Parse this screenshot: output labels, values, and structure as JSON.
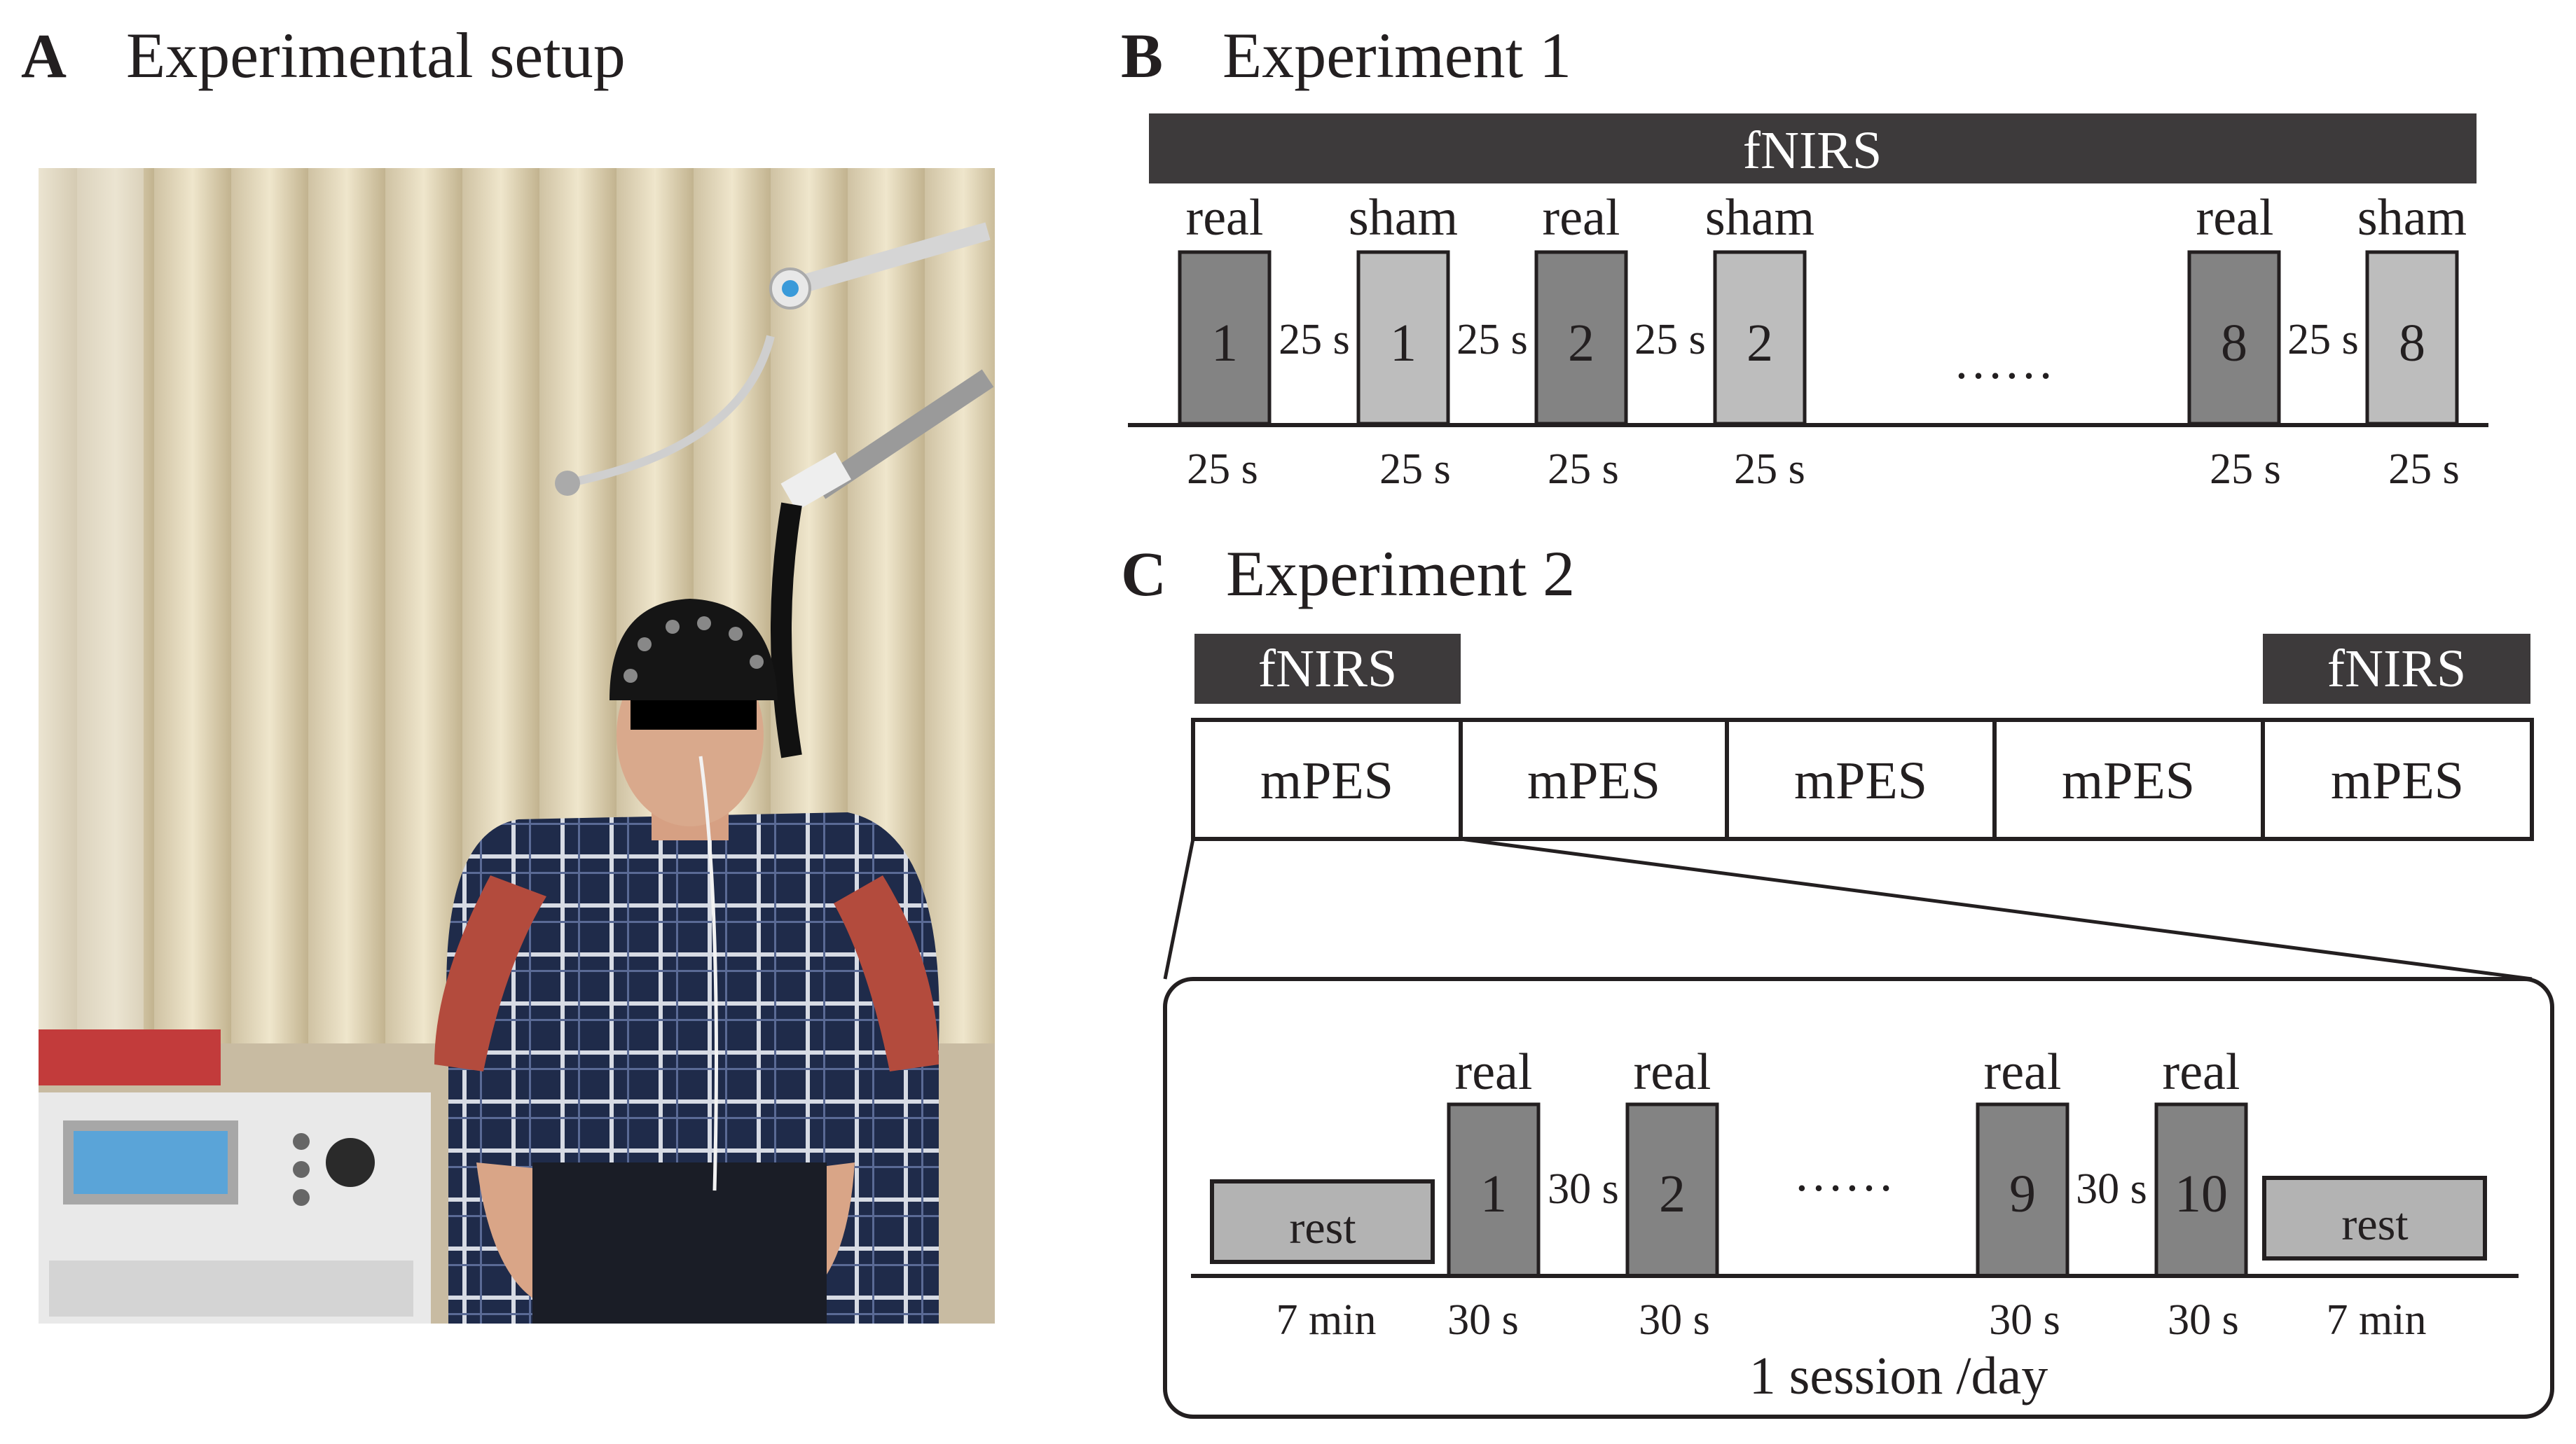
{
  "panel_a": {
    "letter": "A",
    "title": "Experimental setup"
  },
  "panel_b": {
    "letter": "B",
    "title": "Experiment 1",
    "fnirs_label": "fNIRS",
    "blocks": [
      {
        "type": "real",
        "num": "1"
      },
      {
        "type": "sham",
        "num": "1"
      },
      {
        "type": "real",
        "num": "2"
      },
      {
        "type": "sham",
        "num": "2"
      },
      {
        "type": "real",
        "num": "8"
      },
      {
        "type": "sham",
        "num": "8"
      }
    ],
    "block_labels": [
      "real",
      "sham",
      "real",
      "sham",
      "real",
      "sham"
    ],
    "gap_labels": [
      "25 s",
      "25 s",
      "25 s",
      "25 s"
    ],
    "duration_labels": [
      "25 s",
      "25 s",
      "25 s",
      "25 s",
      "25 s",
      "25 s"
    ],
    "ellipsis": "……"
  },
  "panel_c": {
    "letter": "C",
    "title": "Experiment 2",
    "fnirs_left": "fNIRS",
    "fnirs_right": "fNIRS",
    "sessions": [
      "mPES",
      "mPES",
      "mPES",
      "mPES",
      "mPES"
    ],
    "rest_left": "rest",
    "rest_right": "rest",
    "stim_blocks": [
      "1",
      "2",
      "9",
      "10"
    ],
    "stim_labels": [
      "real",
      "real",
      "real",
      "real"
    ],
    "gap_labels": [
      "30 s",
      "30 s"
    ],
    "ellipsis": "……",
    "duration_labels": [
      "7 min",
      "30 s",
      "30 s",
      "30 s",
      "30 s",
      "7 min"
    ],
    "footer": "1 session /day"
  },
  "colors": {
    "dark_bar": "#3d3a3b",
    "real_block": "#838383",
    "sham_block": "#bdbdbd",
    "rest_block": "#b3b3b3",
    "line": "#231f20"
  }
}
